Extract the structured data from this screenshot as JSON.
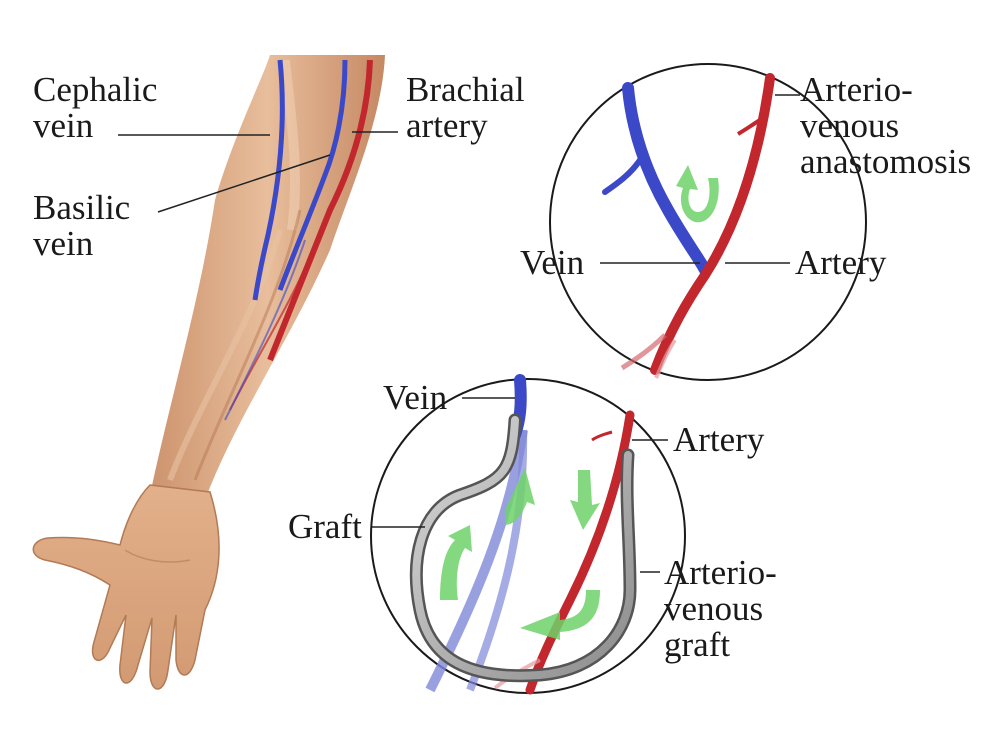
{
  "arm": {
    "cephalic_vein": [
      "Cephalic",
      "vein"
    ],
    "basilic_vein": [
      "Basilic",
      "vein"
    ],
    "brachial_artery": [
      "Brachial",
      "artery"
    ]
  },
  "fistula_inset": {
    "vein": "Vein",
    "artery": "Artery",
    "anastomosis": [
      "Arterio-",
      "venous",
      "anastomosis"
    ]
  },
  "graft_inset": {
    "vein": "Vein",
    "artery": "Artery",
    "graft": "Graft",
    "av_graft": [
      "Arterio-",
      "venous",
      "graft"
    ]
  },
  "colors": {
    "vein": "#3b49c8",
    "artery": "#c1272d",
    "skin": "#d9a47c",
    "flow_arrow": "#6fd26a",
    "graft_tube": "#9a9a9a"
  }
}
